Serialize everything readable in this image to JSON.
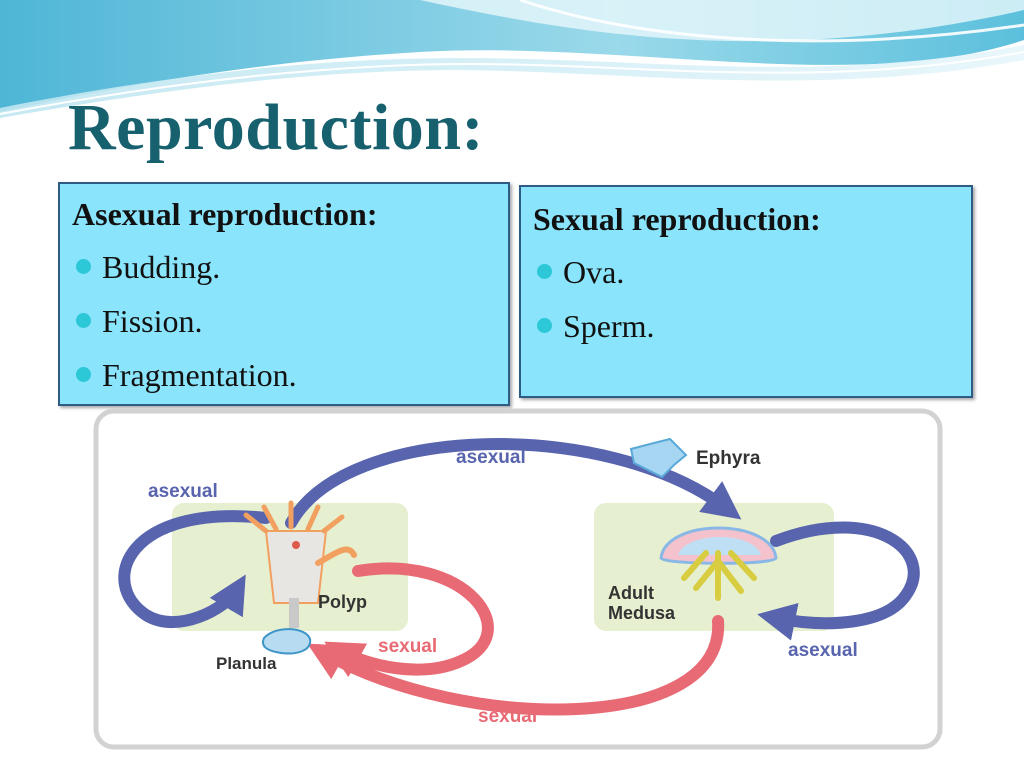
{
  "title": "Reproduction:",
  "asexual_box": {
    "heading": "Asexual reproduction:",
    "items": [
      "Budding.",
      "Fission.",
      "Fragmentation."
    ]
  },
  "sexual_box": {
    "heading": "Sexual reproduction:",
    "items": [
      "Ova.",
      "Sperm."
    ]
  },
  "diagram": {
    "label_asexual_top": "asexual",
    "label_ephyra": "Ephyra",
    "label_asexual_left": "asexual",
    "label_polyp": "Polyp",
    "label_planula": "Planula",
    "label_sexual_mid": "sexual",
    "label_adult": "Adult",
    "label_medusa": "Medusa",
    "label_asexual_right": "asexual",
    "label_sexual_bottom": "sexual"
  },
  "colors": {
    "title": "#17606e",
    "box_fill": "#8ae4fb",
    "box_border": "#2e5c86",
    "bullet": "#2cc8d8",
    "asexual_arrow": "#5865ae",
    "sexual_arrow": "#e86a74",
    "stage_bg": "#e6efcf"
  }
}
